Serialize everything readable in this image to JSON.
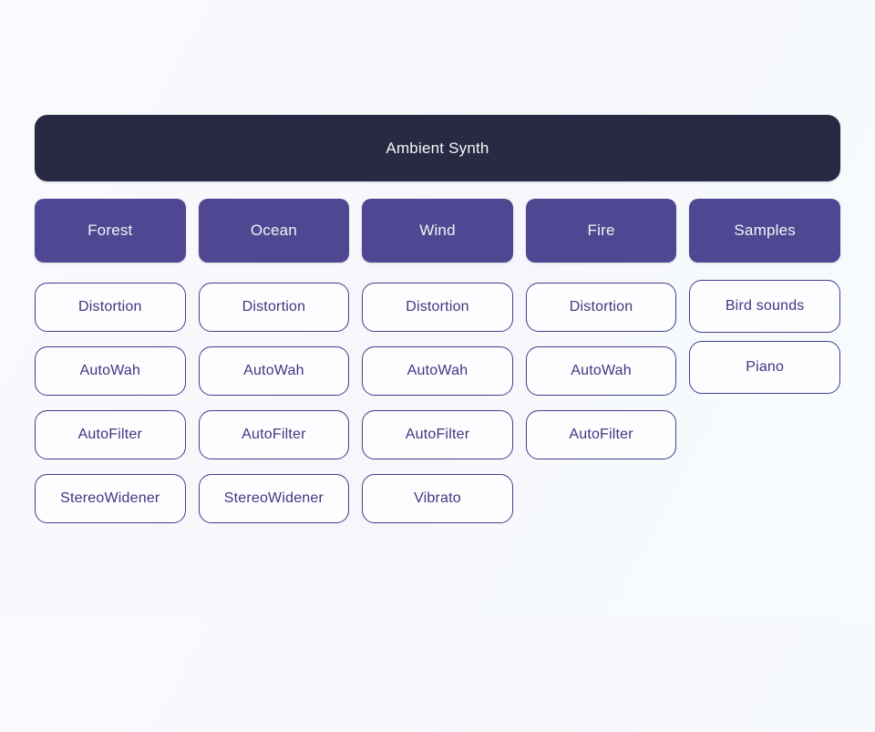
{
  "header": {
    "title": "Ambient Synth"
  },
  "colors": {
    "background_start": "#fbfaff",
    "background_end": "#f7fdff",
    "header_bg": "#272a42",
    "header_text": "#f6f6f8",
    "category_bg": "#4f4791",
    "category_text": "#f3f2f8",
    "effect_border": "#453d8c",
    "effect_text": "#3d3781",
    "effect_bg": "#fdfdff"
  },
  "columns": [
    {
      "id": "forest",
      "label": "Forest",
      "variant": "normal",
      "effects": [
        "Distortion",
        "AutoWah",
        "AutoFilter",
        "StereoWidener"
      ]
    },
    {
      "id": "ocean",
      "label": "Ocean",
      "variant": "normal",
      "effects": [
        "Distortion",
        "AutoWah",
        "AutoFilter",
        "StereoWidener"
      ]
    },
    {
      "id": "wind",
      "label": "Wind",
      "variant": "normal",
      "effects": [
        "Distortion",
        "AutoWah",
        "AutoFilter",
        "Vibrato"
      ]
    },
    {
      "id": "fire",
      "label": "Fire",
      "variant": "normal",
      "effects": [
        "Distortion",
        "AutoWah",
        "AutoFilter"
      ]
    },
    {
      "id": "samples",
      "label": "Samples",
      "variant": "tall",
      "effects": [
        "Bird sounds",
        "Piano"
      ]
    }
  ]
}
